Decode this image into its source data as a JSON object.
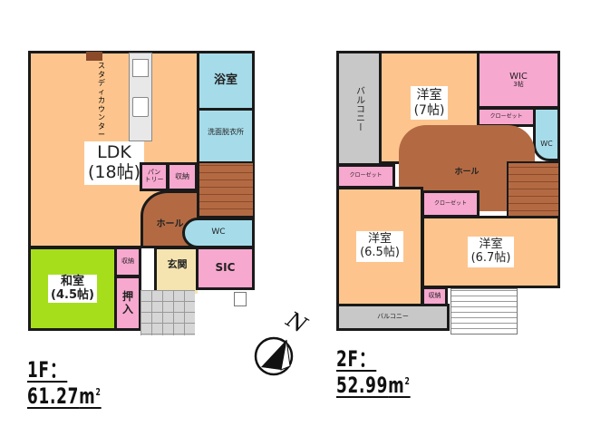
{
  "floor1": {
    "area_label": "1F：61.27",
    "unit": "m",
    "unit_sup": "2",
    "rooms": {
      "ldk": {
        "name": "LDK",
        "size": "(18帖)"
      },
      "study_counter": "スタディカウンター",
      "bath": "浴室",
      "washroom": "洗面脱衣所",
      "pantry": "パン\nトリー",
      "storage1": "収納",
      "hall": "ホール",
      "wc": "WC",
      "washitsu": {
        "name": "和室",
        "size": "(4.5帖)"
      },
      "storage2": "収納",
      "oshiire": "押\n入",
      "genkan": "玄関",
      "sic": "SIC"
    }
  },
  "floor2": {
    "area_label": "2F：52.99",
    "unit": "m",
    "unit_sup": "2",
    "rooms": {
      "balcony_left": "バルコニー",
      "western7": {
        "name": "洋室",
        "size": "(7帖)"
      },
      "wic": {
        "name": "WIC",
        "size": "3帖"
      },
      "closet_top": "クローゼット",
      "wc": "WC",
      "closet_left": "クローゼット",
      "hall": "ホール",
      "closet_mid": "クローゼット",
      "western65": {
        "name": "洋室",
        "size": "(6.5帖)"
      },
      "western67": {
        "name": "洋室",
        "size": "(6.7帖)"
      },
      "storage": "収納",
      "balcony_bottom": "バルコニー"
    }
  },
  "compass": {
    "label": "N"
  }
}
